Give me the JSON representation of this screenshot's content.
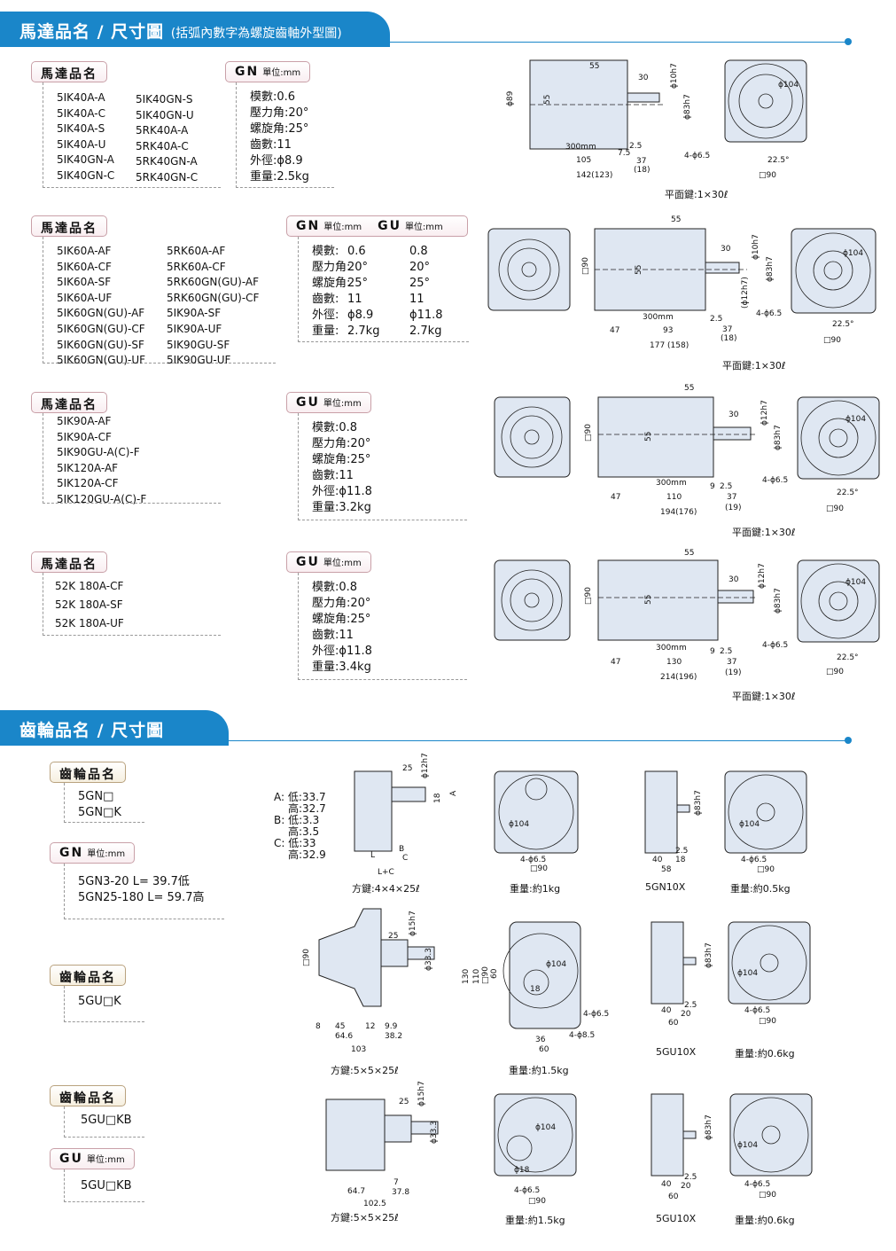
{
  "colors": {
    "accent": "#1a86c9",
    "drawing_fill": "#dfe7f2"
  },
  "section1": {
    "title": "馬達品名 / 尺寸圖",
    "subtitle": "(括弧內數字為螺旋齒軸外型圖)"
  },
  "section2": {
    "title": "齒輪品名 / 尺寸圖"
  },
  "labels": {
    "motor_name": "馬達品名",
    "gear_name": "齒輪品名",
    "unit": "單位:mm"
  },
  "motor_rows": [
    {
      "models_col1": [
        "5IK40A-A",
        "5IK40A-C",
        "5IK40A-S",
        "5IK40A-U",
        "5IK40GN-A",
        "5IK40GN-C"
      ],
      "models_col2": [
        "5IK40GN-S",
        "5IK40GN-U",
        "5RK40A-A",
        "5RK40A-C",
        "5RK40GN-A",
        "5RK40GN-C"
      ],
      "spec_pill": "GN",
      "specs": [
        "模數:0.6",
        "壓力角:20°",
        "螺旋角:25°",
        "齒數:11",
        "外徑:ϕ8.9",
        "重量:2.5kg"
      ],
      "key_note": "平面鍵:1×30ℓ",
      "dims": {
        "d_body": "ϕ89",
        "h_inner": "55",
        "top_len": "55",
        "shaft_len": "30",
        "shaft_d": "ϕ10h7",
        "pilot_d": "ϕ83h7",
        "lead": "300mm",
        "body_len": "105",
        "flange": "7.5",
        "step": "2.5",
        "shaft_out": "37",
        "shaft_alt": "(18)",
        "total": "142(123)",
        "holes": "4-ϕ6.5",
        "angle": "22.5°",
        "square": "□90",
        "pcd": "ϕ104"
      }
    },
    {
      "models_col1": [
        "5IK60A-AF",
        "5IK60A-CF",
        "5IK60A-SF",
        "5IK60A-UF",
        "5IK60GN(GU)-AF",
        "5IK60GN(GU)-CF",
        "5IK60GN(GU)-SF",
        "5IK60GN(GU)-UF"
      ],
      "models_col2": [
        "5RK60A-AF",
        "5RK60A-CF",
        "5RK60GN(GU)-AF",
        "5RK60GN(GU)-CF",
        "5IK90A-SF",
        "5IK90A-UF",
        "5IK90GU-SF",
        "5IK90GU-UF"
      ],
      "spec_pill": "GN",
      "spec_pill2": "GU",
      "spec_labels": [
        "模數:",
        "壓力角:",
        "螺旋角:",
        "齒數:",
        "外徑:",
        "重量:"
      ],
      "spec_gn": [
        "0.6",
        "20°",
        "25°",
        "11",
        "ϕ8.9",
        "2.7kg"
      ],
      "spec_gu": [
        "0.8",
        "20°",
        "25°",
        "11",
        "ϕ11.8",
        "2.7kg"
      ],
      "key_note": "平面鍵:1×30ℓ",
      "dims": {
        "square": "□90",
        "h_inner": "55",
        "top_len": "55",
        "shaft_len": "30",
        "shaft_d": "ϕ10h7",
        "pilot_d": "ϕ83h7",
        "shaft_alt": "(ϕ12h7)",
        "lead": "300mm",
        "left": "47",
        "body_len": "93",
        "step": "2.5",
        "shaft_out": "37",
        "shaft_alt2": "(18)",
        "total": "177 (158)",
        "holes": "4-ϕ6.5",
        "angle": "22.5°",
        "square2": "□90",
        "pcd": "ϕ104"
      }
    },
    {
      "models_col1": [
        "5IK90A-AF",
        "5IK90A-CF",
        "5IK90GU-A(C)-F",
        "5IK120A-AF",
        "5IK120A-CF",
        "5IK120GU-A(C)-F"
      ],
      "spec_pill": "GU",
      "specs": [
        "模數:0.8",
        "壓力角:20°",
        "螺旋角:25°",
        "齒數:11",
        "外徑:ϕ11.8",
        "重量:3.2kg"
      ],
      "key_note": "平面鍵:1×30ℓ",
      "dims": {
        "square": "□90",
        "h_inner": "55",
        "top_len": "55",
        "shaft_len": "30",
        "shaft_d": "ϕ12h7",
        "pilot_d": "ϕ83h7",
        "lead": "300mm",
        "left": "47",
        "body_len": "110",
        "flange": "9",
        "step": "2.5",
        "shaft_out": "37",
        "shaft_alt": "(19)",
        "total": "194(176)",
        "holes": "4-ϕ6.5",
        "angle": "22.5°",
        "square2": "□90",
        "pcd": "ϕ104"
      }
    },
    {
      "models_col1": [
        "52K 180A-CF",
        "52K 180A-SF",
        "52K 180A-UF"
      ],
      "spec_pill": "GU",
      "specs": [
        "模數:0.8",
        "壓力角:20°",
        "螺旋角:25°",
        "齒數:11",
        "外徑:ϕ11.8",
        "重量:3.4kg"
      ],
      "key_note": "平面鍵:1×30ℓ",
      "dims": {
        "square": "□90",
        "h_inner": "55",
        "top_len": "55",
        "shaft_len": "30",
        "shaft_d": "ϕ12h7",
        "pilot_d": "ϕ83h7",
        "lead": "300mm",
        "left": "47",
        "body_len": "130",
        "flange": "9",
        "step": "2.5",
        "shaft_out": "37",
        "shaft_alt": "(19)",
        "total": "214(196)",
        "holes": "4-ϕ6.5",
        "angle": "22.5°",
        "square2": "□90",
        "pcd": "ϕ104"
      }
    }
  ],
  "gear_rows": [
    {
      "models": [
        "5GN□",
        "5GN□K"
      ],
      "spec_pill": "GN",
      "specs": [
        "5GN3-20 L= 39.7低",
        "5GN25-180 L= 59.7高"
      ],
      "dim_notes": [
        "A: 低:33.7",
        "高:32.7",
        "B: 低:3.3",
        "高:3.5",
        "C: 低:33",
        "高:32.9"
      ],
      "dims": {
        "shaft_len": "25",
        "shaft_d": "ϕ12h7",
        "key": "18",
        "A": "A",
        "L": "L",
        "B": "B",
        "C": "C",
        "LC": "L+C",
        "holes": "4-ϕ6.5",
        "square": "□90",
        "pcd": "ϕ104",
        "pilot": "ϕ83h7",
        "d40": "40",
        "d18": "18",
        "d25": "2.5",
        "d58": "58",
        "pcd2": "ϕ104",
        "holes2": "4-ϕ6.5",
        "square2": "□90"
      },
      "captions": [
        "方鍵:4×4×25ℓ",
        "重量:約1kg",
        "5GN10X",
        "重量:約0.5kg"
      ]
    },
    {
      "models": [
        "5GU□K"
      ],
      "dims": {
        "square": "□90",
        "shaft_len": "25",
        "shaft_d": "ϕ15h7",
        "hub_d": "ϕ33.3",
        "d8": "8",
        "d45": "45",
        "d12": "12",
        "d99": "9.9",
        "d646": "64.6",
        "d382": "38.2",
        "d103": "103",
        "h130": "130",
        "h110": "110",
        "h90": "□90",
        "h60": "60",
        "pcd": "ϕ104",
        "k18": "18",
        "holes1": "4-ϕ6.5",
        "holes2": "4-ϕ8.5",
        "w36": "36",
        "w60": "60",
        "pilot": "ϕ83h7",
        "g40": "40",
        "g25": "2.5",
        "g20": "20",
        "g60": "60",
        "pcd2": "ϕ104",
        "holes3": "4-ϕ6.5",
        "square2": "□90"
      },
      "captions": [
        "方鍵:5×5×25ℓ",
        "重量:約1.5kg",
        "5GU10X",
        "重量:約0.6kg"
      ]
    },
    {
      "models": [
        "5GU□KB"
      ],
      "spec_pill": "GU",
      "specs": [
        "5GU□KB"
      ],
      "dims": {
        "shaft_len": "25",
        "shaft_d": "ϕ15h7",
        "hub_d": "ϕ33.3",
        "d647": "64.7",
        "d7": "7",
        "d378": "37.8",
        "d1025": "102.5",
        "pcd": "ϕ104",
        "k18": "ϕ18",
        "holes": "4-ϕ6.5",
        "square": "□90",
        "pilot": "ϕ83h7",
        "g40": "40",
        "g25": "2.5",
        "g20": "20",
        "g60": "60",
        "pcd2": "ϕ104",
        "holes2": "4-ϕ6.5",
        "square2": "□90"
      },
      "captions": [
        "方鍵:5×5×25ℓ",
        "重量:約1.5kg",
        "5GU10X",
        "重量:約0.6kg"
      ]
    }
  ]
}
